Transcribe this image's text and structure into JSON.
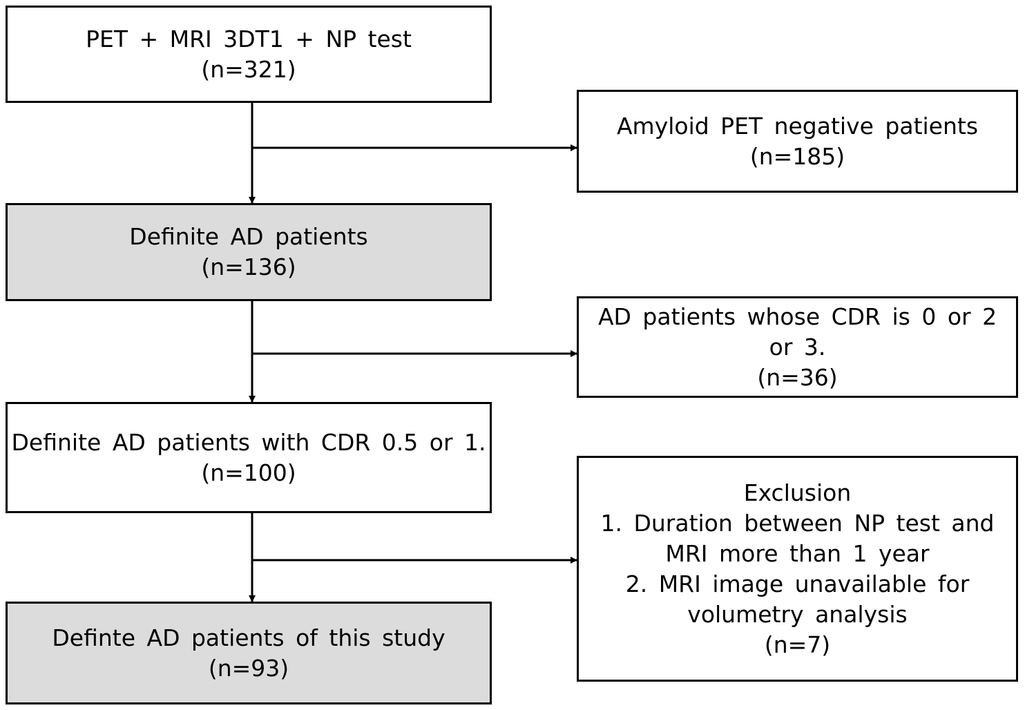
{
  "flow": {
    "step1": {
      "line1": "PET + MRI 3DT1 + NP test",
      "count": "(n=321)"
    },
    "step2": {
      "line1": "Definite AD patients",
      "count": "(n=136)"
    },
    "step3": {
      "line1": "Definite AD patients with CDR 0.5 or 1.",
      "count": "(n=100)"
    },
    "step4": {
      "line1": "Definte AD patients of this study",
      "count": "(n=93)"
    }
  },
  "excluded": {
    "ex1": {
      "line1": "Amyloid PET negative patients",
      "count": "(n=185)"
    },
    "ex2": {
      "line1": "AD patients whose CDR is 0 or 2",
      "line2": "or 3.",
      "count": "(n=36)"
    },
    "ex3": {
      "title": "Exclusion",
      "item1_a": "1. Duration between NP test and",
      "item1_b": "MRI more than 1 year",
      "item2_a": "2. MRI image unavailable for",
      "item2_b": "volumetry analysis",
      "count": "(n=7)"
    }
  },
  "colors": {
    "highlight_box": "#dcdcdc",
    "plain_box": "#ffffff",
    "line": "#000000"
  }
}
